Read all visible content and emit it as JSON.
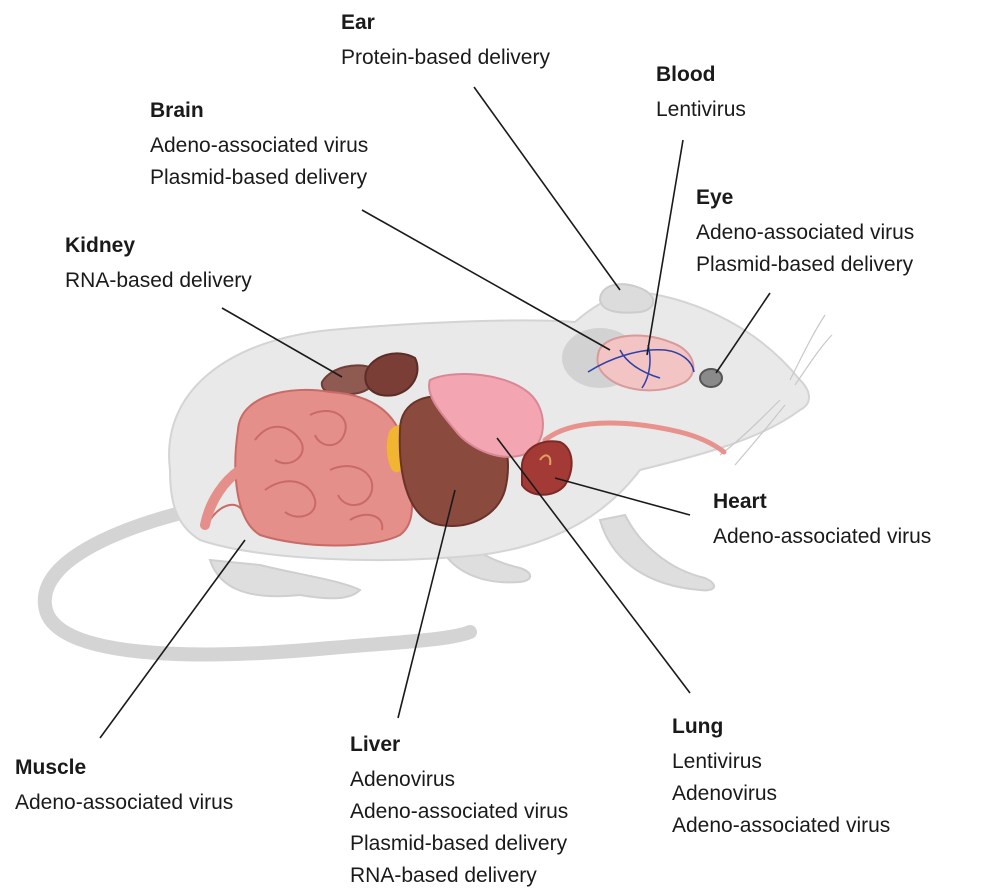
{
  "labels": {
    "ear": {
      "organ": "Ear",
      "methods": [
        "Protein-based delivery"
      ]
    },
    "blood": {
      "organ": "Blood",
      "methods": [
        "Lentivirus"
      ]
    },
    "brain": {
      "organ": "Brain",
      "methods": [
        "Adeno-associated virus",
        "Plasmid-based delivery"
      ]
    },
    "eye": {
      "organ": "Eye",
      "methods": [
        "Adeno-associated virus",
        "Plasmid-based delivery"
      ]
    },
    "kidney": {
      "organ": "Kidney",
      "methods": [
        "RNA-based delivery"
      ]
    },
    "heart": {
      "organ": "Heart",
      "methods": [
        "Adeno-associated virus"
      ]
    },
    "muscle": {
      "organ": "Muscle",
      "methods": [
        "Adeno-associated virus"
      ]
    },
    "liver": {
      "organ": "Liver",
      "methods": [
        "Adenovirus",
        "Adeno-associated virus",
        "Plasmid-based delivery",
        "RNA-based delivery"
      ]
    },
    "lung": {
      "organ": "Lung",
      "methods": [
        "Lentivirus",
        "Adenovirus",
        "Adeno-associated virus"
      ]
    }
  },
  "colors": {
    "body": "#e9e9e9",
    "body_outline": "#d4d4d4",
    "paw": "#d8d8d8",
    "intestine": "#e58f8a",
    "intestine_fold": "#c96a66",
    "liver": "#8a4a3e",
    "stomach": "#f3a6b1",
    "heart": "#a33a36",
    "kidney": "#8e5a52",
    "brain": "#f2c4c4",
    "vessel": "#2e3fa8",
    "leader_line": "#1a1a1a"
  }
}
